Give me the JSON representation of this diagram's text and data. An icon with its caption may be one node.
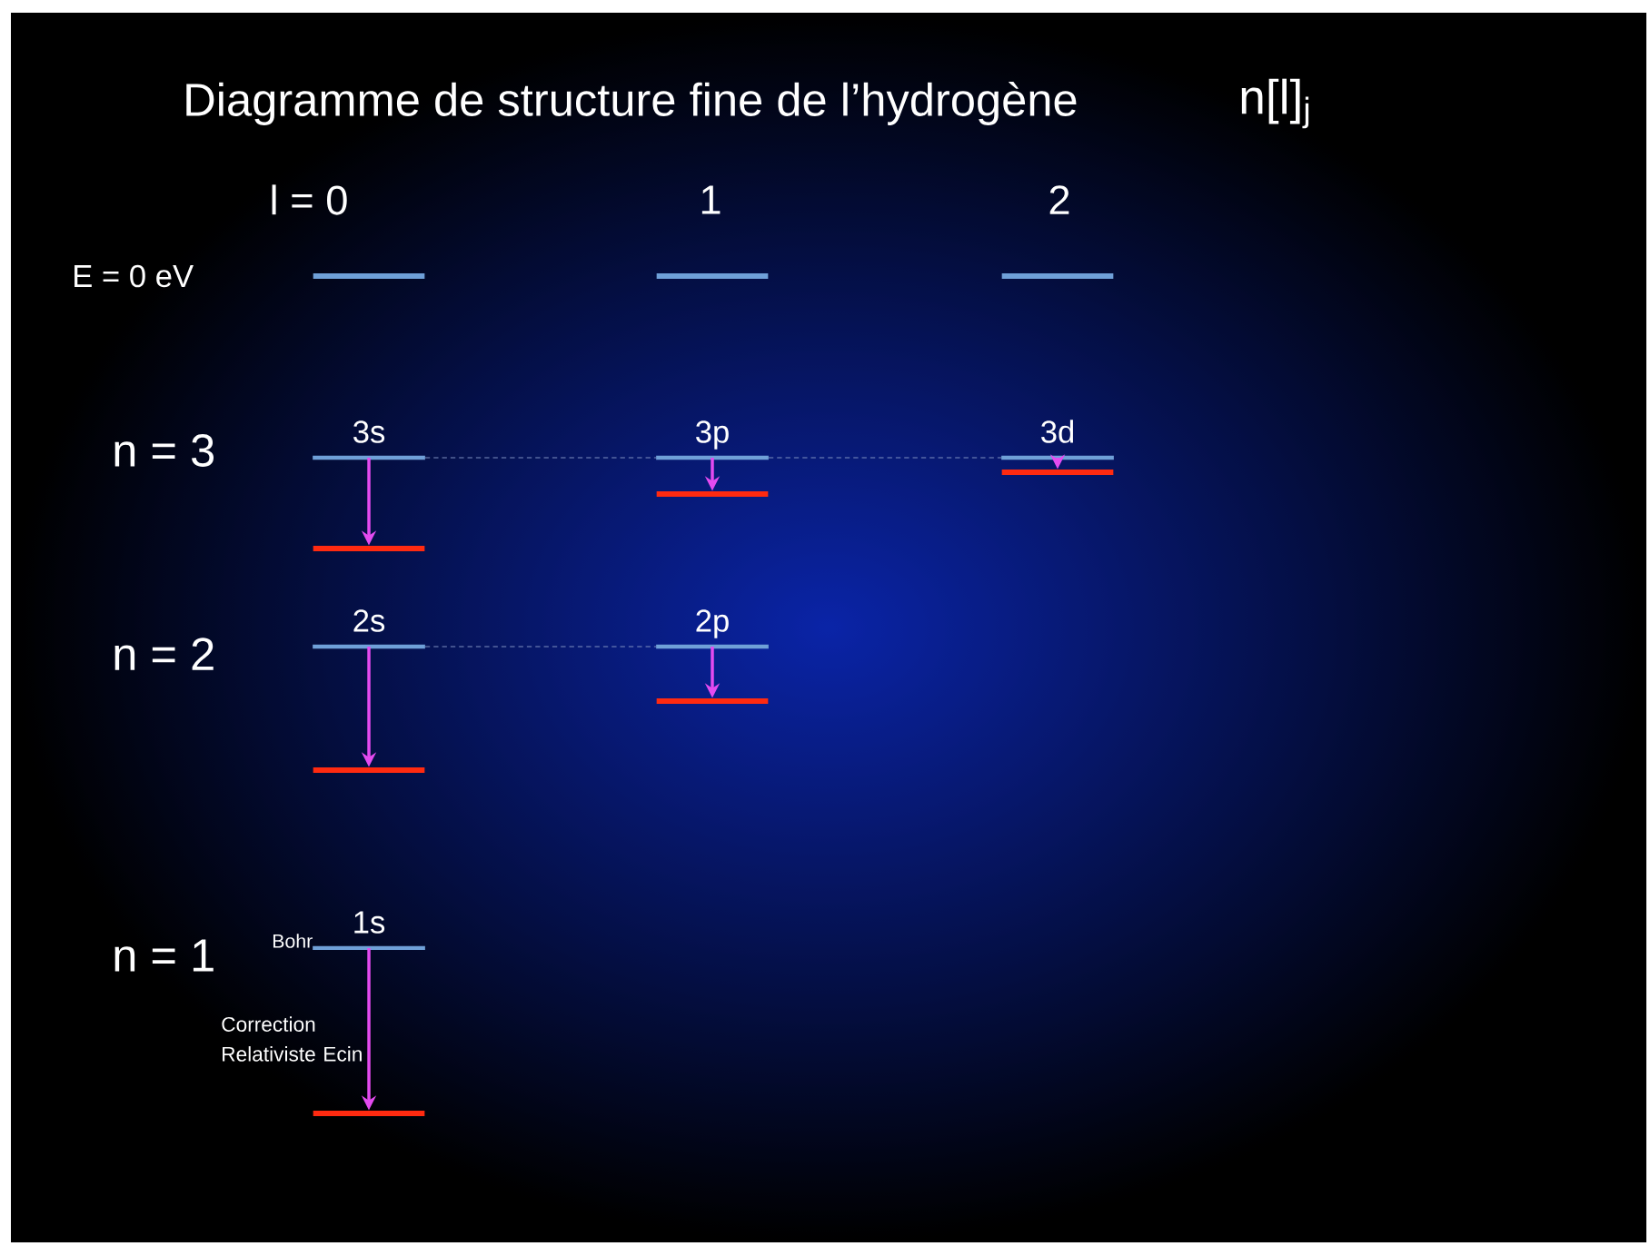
{
  "diagram": {
    "title": "Diagramme de structure fine de l’hydrogène",
    "nodes": [
      {
        "text": [],
        "shape": "bar"
      },
      {
        "text": [],
        "shape": "bar"
      },
      {
        "text": [],
        "shape": "bar"
      },
      {
        "text": [
          "3s"
        ]
      },
      {
        "text": [
          "3p"
        ]
      },
      {
        "text": [
          "3d"
        ]
      },
      {
        "text": [],
        "shape": "bar"
      },
      {
        "text": [],
        "shape": "bar"
      },
      {
        "text": [],
        "shape": "bar"
      },
      {
        "text": [
          "2s"
        ]
      },
      {
        "text": [
          "2p"
        ]
      },
      {
        "text": [],
        "shape": "bar"
      },
      {
        "text": [],
        "shape": "bar"
      },
      {
        "text": [
          "1s"
        ]
      },
      {
        "text": [],
        "shape": "bar"
      }
    ],
    "edges": [
      {
        "from": 3,
        "to": 4,
        "arrow": "none",
        "style": "dashed",
        "color": "#7f8fbf"
      },
      {
        "from": 4,
        "to": 5,
        "arrow": "none",
        "style": "dashed",
        "color": "#7f8fbf"
      },
      {
        "from": 3,
        "to": 6,
        "arrow": "to"
      },
      {
        "from": 4,
        "to": 7,
        "arrow": "to"
      },
      {
        "from": 5,
        "to": 8,
        "arrow": "to"
      },
      {
        "from": 9,
        "to": 10,
        "arrow": "none",
        "style": "dashed",
        "color": "#7f8fbf"
      },
      {
        "from": 9,
        "to": 11,
        "arrow": "to"
      },
      {
        "from": 10,
        "to": 12,
        "arrow": "to"
      },
      {
        "from": 13,
        "to": 14,
        "arrow": "to"
      }
    ],
    "labels": [
      "n[l]$_{j}$",
      "l = 0",
      "1",
      "2",
      "E = 0 eV",
      "n = 3",
      "n = 2",
      "n = 1",
      "Bohr",
      "Correction Relativiste Ecin"
    ]
  }
}
